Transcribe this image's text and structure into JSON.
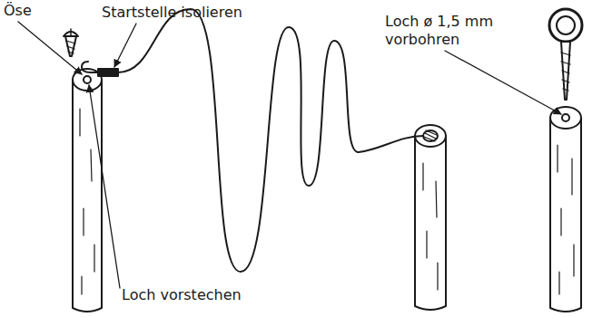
{
  "diagram": {
    "labels": [
      "Öse",
      "Startstelle isolieren",
      "Loch ø 1,5 mm vorbohren",
      "Loch vorstechen"
    ]
  }
}
